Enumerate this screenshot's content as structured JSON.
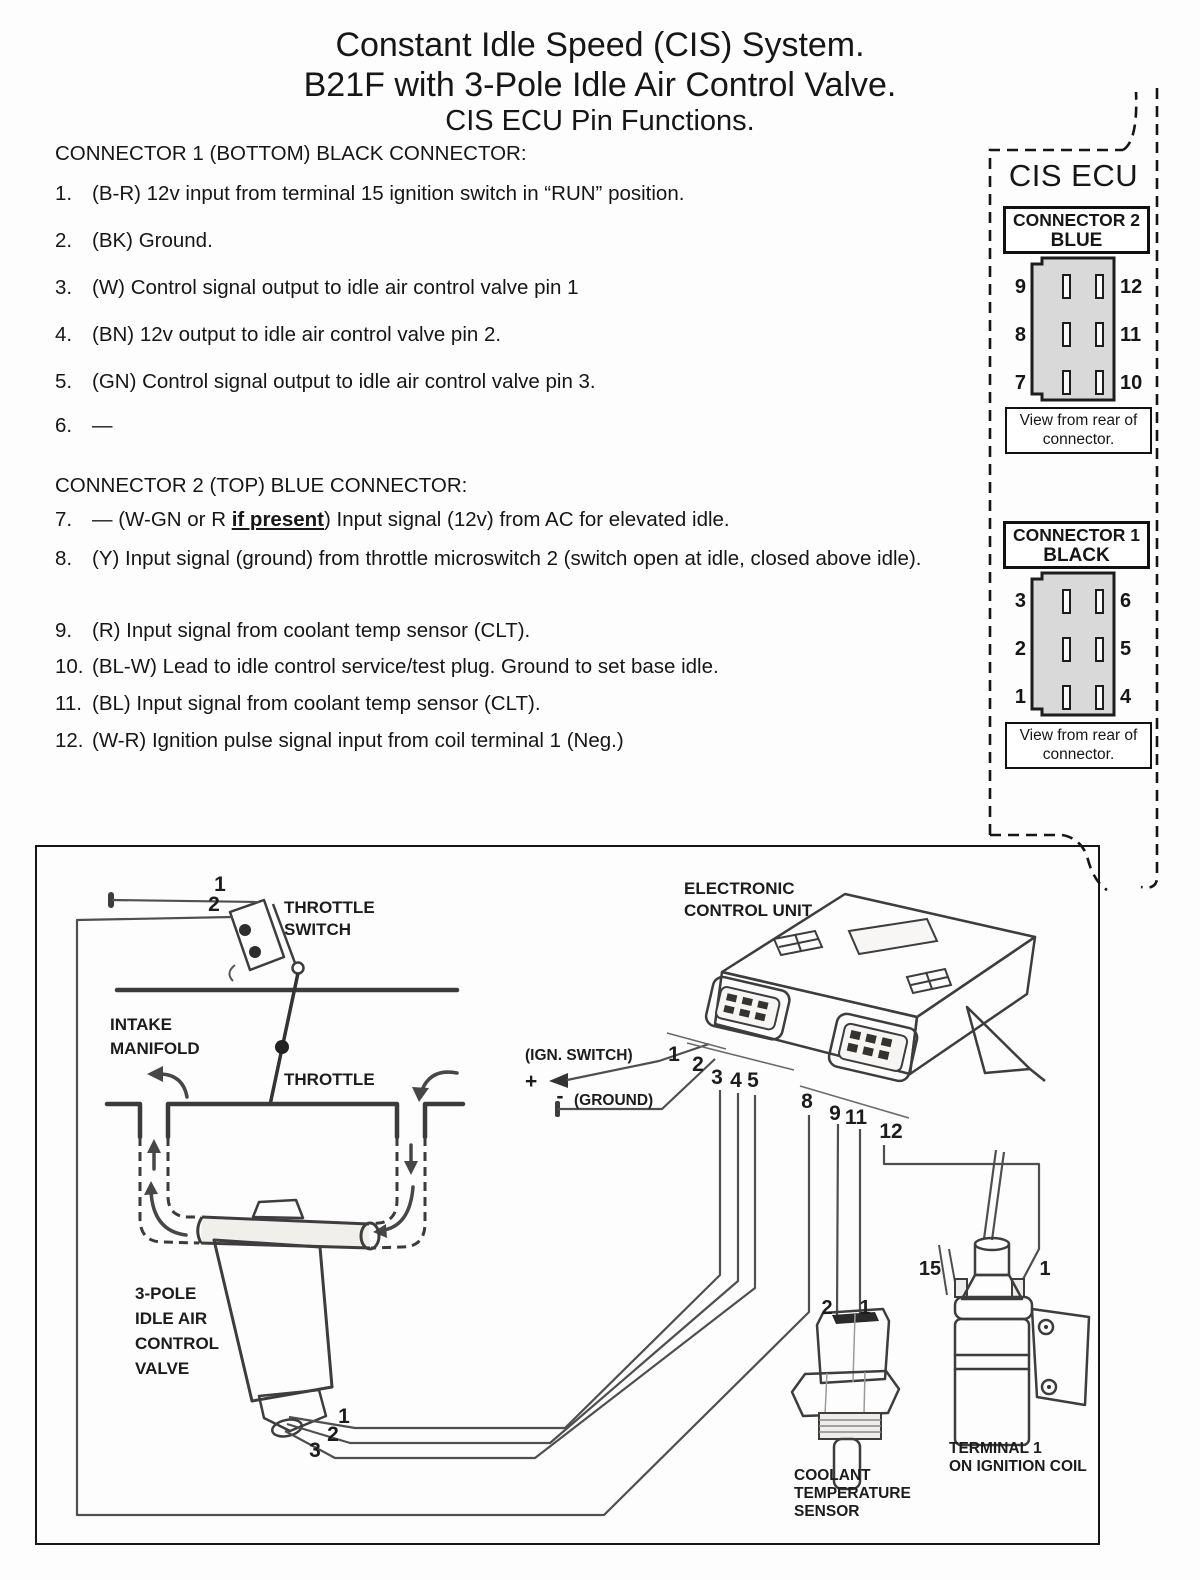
{
  "title": {
    "line1": "Constant Idle Speed (CIS) System.",
    "line2": "B21F with 3-Pole Idle Air Control Valve.",
    "line3": "CIS ECU Pin Functions."
  },
  "connector1_section": {
    "heading": "CONNECTOR 1 (BOTTOM) BLACK CONNECTOR:",
    "items": [
      {
        "num": "1.",
        "text": "(B-R) 12v input from terminal 15 ignition switch in “RUN” position."
      },
      {
        "num": "2.",
        "text": "(BK) Ground."
      },
      {
        "num": "3.",
        "text": "(W) Control signal output to idle air control valve pin 1"
      },
      {
        "num": "4.",
        "text": "(BN) 12v output to idle air control valve pin 2."
      },
      {
        "num": "5.",
        "text": "(GN) Control signal output to idle air control valve pin 3."
      },
      {
        "num": "6.",
        "text": "—"
      }
    ]
  },
  "connector2_section": {
    "heading": "CONNECTOR 2 (TOP) BLUE CONNECTOR:",
    "item7": {
      "num": "7.",
      "prefix": "— (W-GN or R ",
      "emphasis": "if present",
      "suffix": ") Input signal (12v) from AC for elevated idle."
    },
    "items": [
      {
        "num": "8.",
        "text": "(Y) Input signal (ground) from throttle microswitch 2 (switch open at idle, closed above idle)."
      },
      {
        "num": "9.",
        "text": "(R) Input signal from coolant temp sensor (CLT)."
      },
      {
        "num": "10.",
        "text": "(BL-W) Lead to idle control service/test plug. Ground to set base idle."
      },
      {
        "num": "11.",
        "text": "(BL) Input signal from coolant temp sensor (CLT)."
      },
      {
        "num": "12.",
        "text": "(W-R) Ignition pulse signal input from coil terminal 1 (Neg.)"
      }
    ]
  },
  "ecu_panel": {
    "title": "CIS ECU",
    "caption_line1": "View from rear of",
    "caption_line2": "connector.",
    "connector2": {
      "name": "CONNECTOR 2",
      "color": "BLUE",
      "pins_left": [
        "9",
        "8",
        "7"
      ],
      "pins_right": [
        "12",
        "11",
        "10"
      ]
    },
    "connector1": {
      "name": "CONNECTOR 1",
      "color": "BLACK",
      "pins_left": [
        "3",
        "2",
        "1"
      ],
      "pins_right": [
        "6",
        "5",
        "4"
      ]
    }
  },
  "diagram": {
    "labels": {
      "ecu_line1": "ELECTRONIC",
      "ecu_line2": "CONTROL UNIT",
      "throttle_switch_line1": "THROTTLE",
      "throttle_switch_line2": "SWITCH",
      "intake_line1": "INTAKE",
      "intake_line2": "MANIFOLD",
      "throttle": "THROTTLE",
      "ign_switch": "(IGN. SWITCH)",
      "plus": "+",
      "minus": "-",
      "ground": "(GROUND)",
      "valve_line1": "3-POLE",
      "valve_line2": "IDLE AIR",
      "valve_line3": "CONTROL",
      "valve_line4": "VALVE",
      "coolant_line1": "COOLANT",
      "coolant_line2": "TEMPERATURE",
      "coolant_line3": "SENSOR",
      "coil_line1": "TERMINAL 1",
      "coil_line2": "ON IGNITION COIL"
    },
    "wire_numbers": {
      "switch_1": "1",
      "switch_2": "2",
      "ecu_1": "1",
      "ecu_2": "2",
      "ecu_3": "3",
      "ecu_4": "4",
      "ecu_5": "5",
      "ecu_8": "8",
      "ecu_9": "9",
      "ecu_11": "11",
      "ecu_12": "12",
      "valve_1": "1",
      "valve_2": "2",
      "valve_3": "3",
      "sensor_2": "2",
      "sensor_1": "1",
      "coil_15": "15",
      "coil_1": "1"
    }
  },
  "colors": {
    "ink": "#161616",
    "connector_fill": "#d9d9d9",
    "sketch_fill": "#efedea"
  }
}
